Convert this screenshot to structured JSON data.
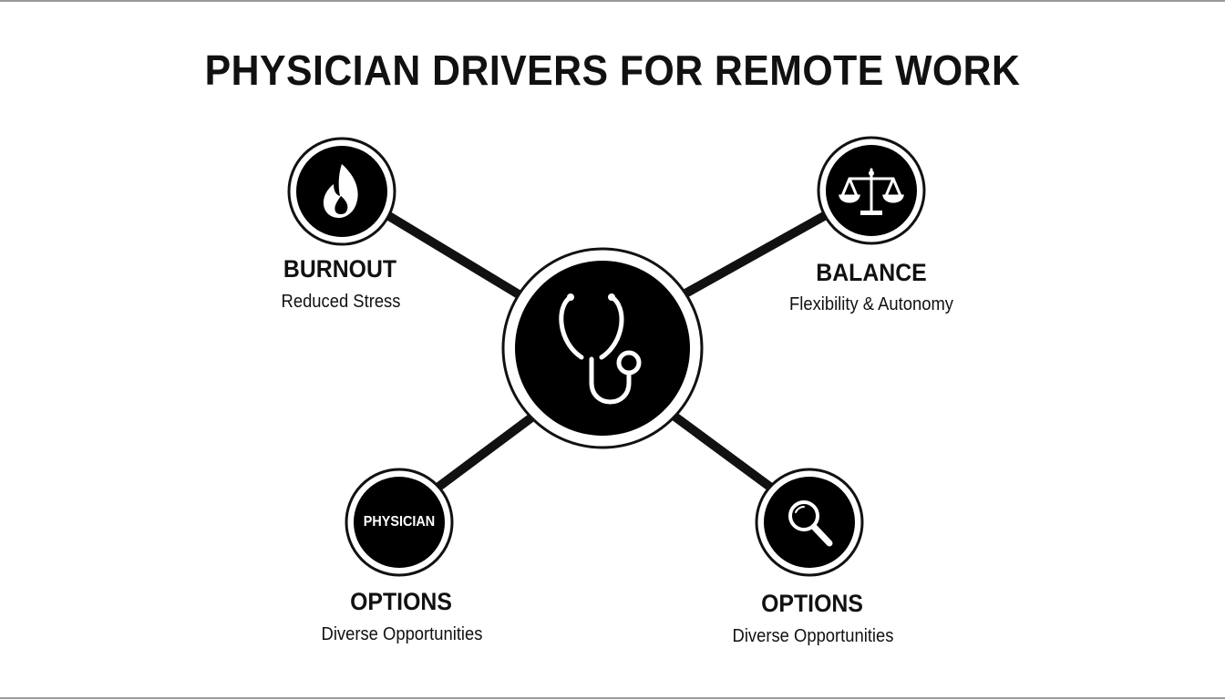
{
  "title": "PHYSICIAN DRIVERS FOR REMOTE WORK",
  "center": {
    "icon": "stethoscope-icon"
  },
  "nodes": [
    {
      "id": "burnout",
      "heading": "BURNOUT",
      "subtext": "Reduced Stress",
      "icon": "flame-icon"
    },
    {
      "id": "balance",
      "heading": "BALANCE",
      "subtext": "Flexibility & Autonomy",
      "icon": "scales-icon"
    },
    {
      "id": "options-left",
      "heading": "OPTIONS",
      "subtext": "Diverse Opportunities",
      "badge_text": "PHYSICIAN"
    },
    {
      "id": "options-right",
      "heading": "OPTIONS",
      "subtext": "Diverse Opportunities",
      "icon": "magnifier-icon"
    }
  ]
}
